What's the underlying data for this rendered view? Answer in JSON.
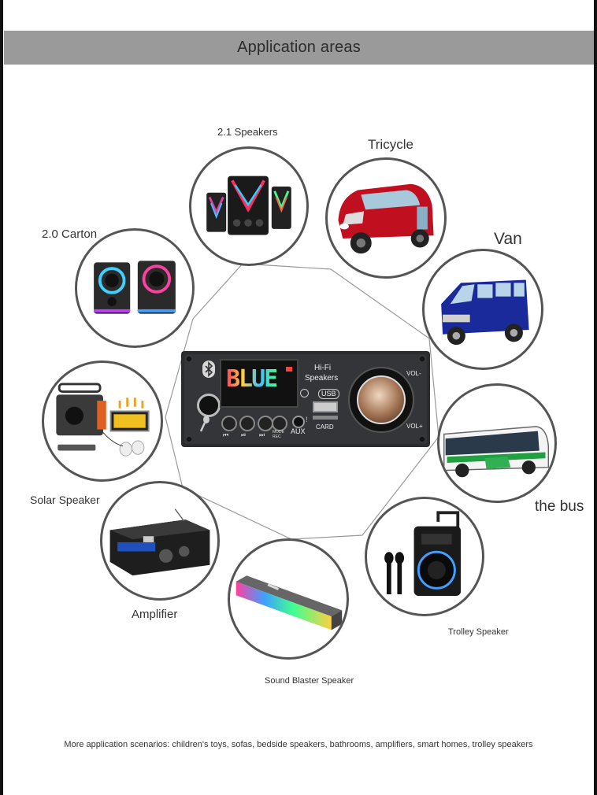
{
  "header": {
    "title": "Application areas"
  },
  "labels": {
    "speakers_21": "2.1 Speakers",
    "tricycle": "Tricycle",
    "carton_20": "2.0 Carton",
    "van": "Van",
    "solar": "Solar Speaker",
    "bus": "the bus",
    "amplifier": "Amplifier",
    "trolley": "Trolley Speaker",
    "soundbar": "Sound Blaster Speaker"
  },
  "board": {
    "title_line1": "Hi-Fi",
    "title_line2": "Speakers",
    "vol_minus": "VOL-",
    "vol_plus": "VOL+",
    "usb": "USB",
    "card": "CARD",
    "aux": "AUX",
    "mode": "MODE",
    "rec": "REC",
    "display": "BLUE"
  },
  "footer": {
    "text": "More application scenarios: children's toys, sofas, bedside speakers, bathrooms, amplifiers, smart homes, trolley speakers"
  }
}
